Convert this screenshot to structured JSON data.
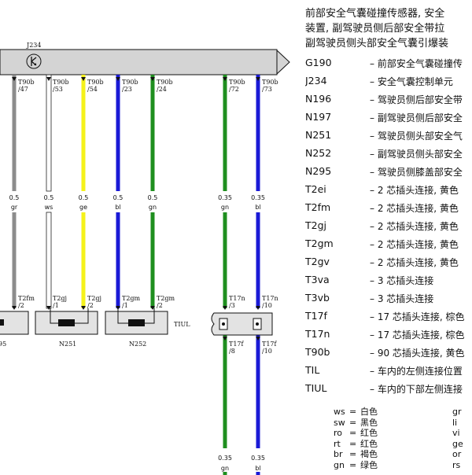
{
  "heading": {
    "lines": [
      "前部安全气囊碰撞传感器, 安全",
      "装置, 副驾驶员侧后部安全带拉",
      "副驾驶员侧头部安全气囊引爆装"
    ]
  },
  "definitions": [
    {
      "code": "G190",
      "desc": "– 前部安全气囊碰撞传"
    },
    {
      "code": "J234",
      "desc": "– 安全气囊控制单元"
    },
    {
      "code": "N196",
      "desc": "– 驾驶员侧后部安全带"
    },
    {
      "code": "N197",
      "desc": "– 副驾驶员侧后部安全"
    },
    {
      "code": "N251",
      "desc": "– 驾驶员侧头部安全气"
    },
    {
      "code": "N252",
      "desc": "– 副驾驶员侧头部安全"
    },
    {
      "code": "N295",
      "desc": "– 驾驶员侧膝盖部安全"
    },
    {
      "code": "T2ei",
      "desc": "– 2 芯插头连接, 黄色"
    },
    {
      "code": "T2fm",
      "desc": "– 2 芯插头连接, 黄色"
    },
    {
      "code": "T2gj",
      "desc": "– 2 芯插头连接, 黄色"
    },
    {
      "code": "T2gm",
      "desc": "– 2 芯插头连接, 黄色"
    },
    {
      "code": "T2gv",
      "desc": "– 2 芯插头连接, 黄色"
    },
    {
      "code": "T3va",
      "desc": "– 3 芯插头连接"
    },
    {
      "code": "T3vb",
      "desc": "– 3 芯插头连接"
    },
    {
      "code": "T17f",
      "desc": "– 17 芯插头连接, 棕色"
    },
    {
      "code": "T17n",
      "desc": "– 17 芯插头连接, 棕色"
    },
    {
      "code": "T90b",
      "desc": "– 90 芯插头连接, 黄色"
    },
    {
      "code": "TIL",
      "desc": "– 车内的左侧连接位置"
    },
    {
      "code": "TIUL",
      "desc": "– 车内的下部左侧连接"
    }
  ],
  "color_codes": [
    {
      "abbr": "ws",
      "eq": "=",
      "name": "白色"
    },
    {
      "abbr": "sw",
      "eq": "=",
      "name": "黑色"
    },
    {
      "abbr": "ro",
      "eq": "=",
      "name": "红色"
    },
    {
      "abbr": "rt",
      "eq": "=",
      "name": "红色"
    },
    {
      "abbr": "br",
      "eq": "=",
      "name": "褐色"
    },
    {
      "abbr": "gn",
      "eq": "=",
      "name": "绿色"
    }
  ],
  "color_codes_2": [
    "gr",
    "li",
    "vi",
    "ge",
    "or",
    "rs"
  ],
  "diagram": {
    "control_unit": "J234",
    "wire_colors": {
      "gr": "#8c8c8c",
      "ws": "#ffffff",
      "ge": "#f5f21a",
      "bl": "#1a1ad6",
      "gn": "#1f8f1f"
    },
    "wires": [
      {
        "pin_top": "T90b",
        "pin_top_num": "/47",
        "size": "0.5",
        "color": "gr",
        "pin_bot": "T2fm",
        "pin_bot_num": "/2"
      },
      {
        "pin_top": "T90b",
        "pin_top_num": "/53",
        "size": "0.5",
        "color": "ws",
        "pin_bot": "T2gj",
        "pin_bot_num": "/1"
      },
      {
        "pin_top": "T90b",
        "pin_top_num": "/54",
        "size": "0.5",
        "color": "ge",
        "pin_bot": "T2gj",
        "pin_bot_num": "/2"
      },
      {
        "pin_top": "T90b",
        "pin_top_num": "/23",
        "size": "0.5",
        "color": "bl",
        "pin_bot": "T2gm",
        "pin_bot_num": "/1"
      },
      {
        "pin_top": "T90b",
        "pin_top_num": "/24",
        "size": "0.5",
        "color": "gn",
        "pin_bot": "T2gm",
        "pin_bot_num": "/2"
      },
      {
        "pin_top": "T90b",
        "pin_top_num": "/72",
        "size": "0.35",
        "color": "gn",
        "pin_bot": "T17n",
        "pin_bot_num": "/3"
      },
      {
        "pin_top": "T90b",
        "pin_top_num": "/73",
        "size": "0.35",
        "color": "bl",
        "pin_bot": "T17n",
        "pin_bot_num": "/10"
      }
    ],
    "lower_wires": [
      {
        "pin": "T17f",
        "pin_num": "/8",
        "size": "0.35",
        "color": "gn"
      },
      {
        "pin": "T17f",
        "pin_num": "/10",
        "size": "0.35",
        "color": "bl"
      }
    ],
    "components": {
      "left_partial": "95",
      "n251": "N251",
      "n252": "N252",
      "tiul": "TIUL"
    }
  }
}
